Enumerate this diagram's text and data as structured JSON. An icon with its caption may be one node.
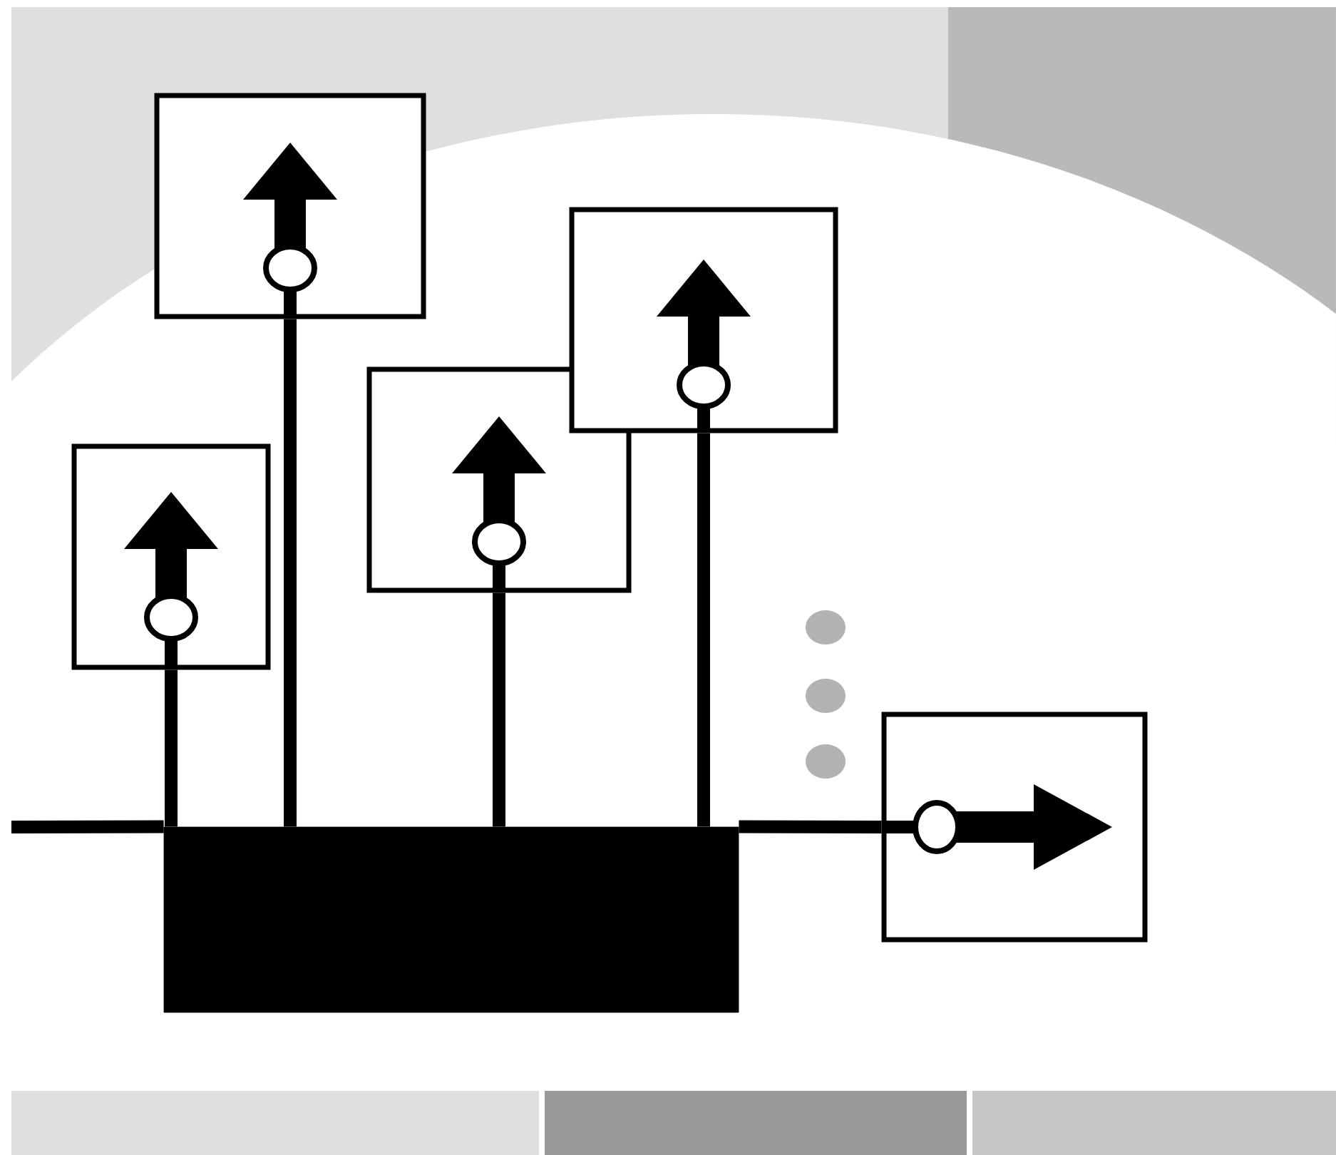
{
  "diagram": {
    "nodes": [
      {
        "text": [],
        "shape": "box"
      },
      {
        "text": [],
        "shape": "box"
      },
      {
        "text": [],
        "shape": "box"
      },
      {
        "text": [],
        "shape": "box"
      },
      {
        "text": [],
        "shape": "box"
      },
      {
        "text": [],
        "shape": "bar"
      }
    ],
    "edges": [
      {
        "from": 5,
        "to": 0,
        "arrow": "none"
      },
      {
        "from": 5,
        "to": 1,
        "arrow": "none"
      },
      {
        "from": 5,
        "to": 2,
        "arrow": "none"
      },
      {
        "from": 5,
        "to": 3,
        "arrow": "none"
      },
      {
        "from": null,
        "to": 5,
        "arrow": "none"
      },
      {
        "from": 5,
        "to": 4,
        "arrow": "none"
      }
    ]
  }
}
